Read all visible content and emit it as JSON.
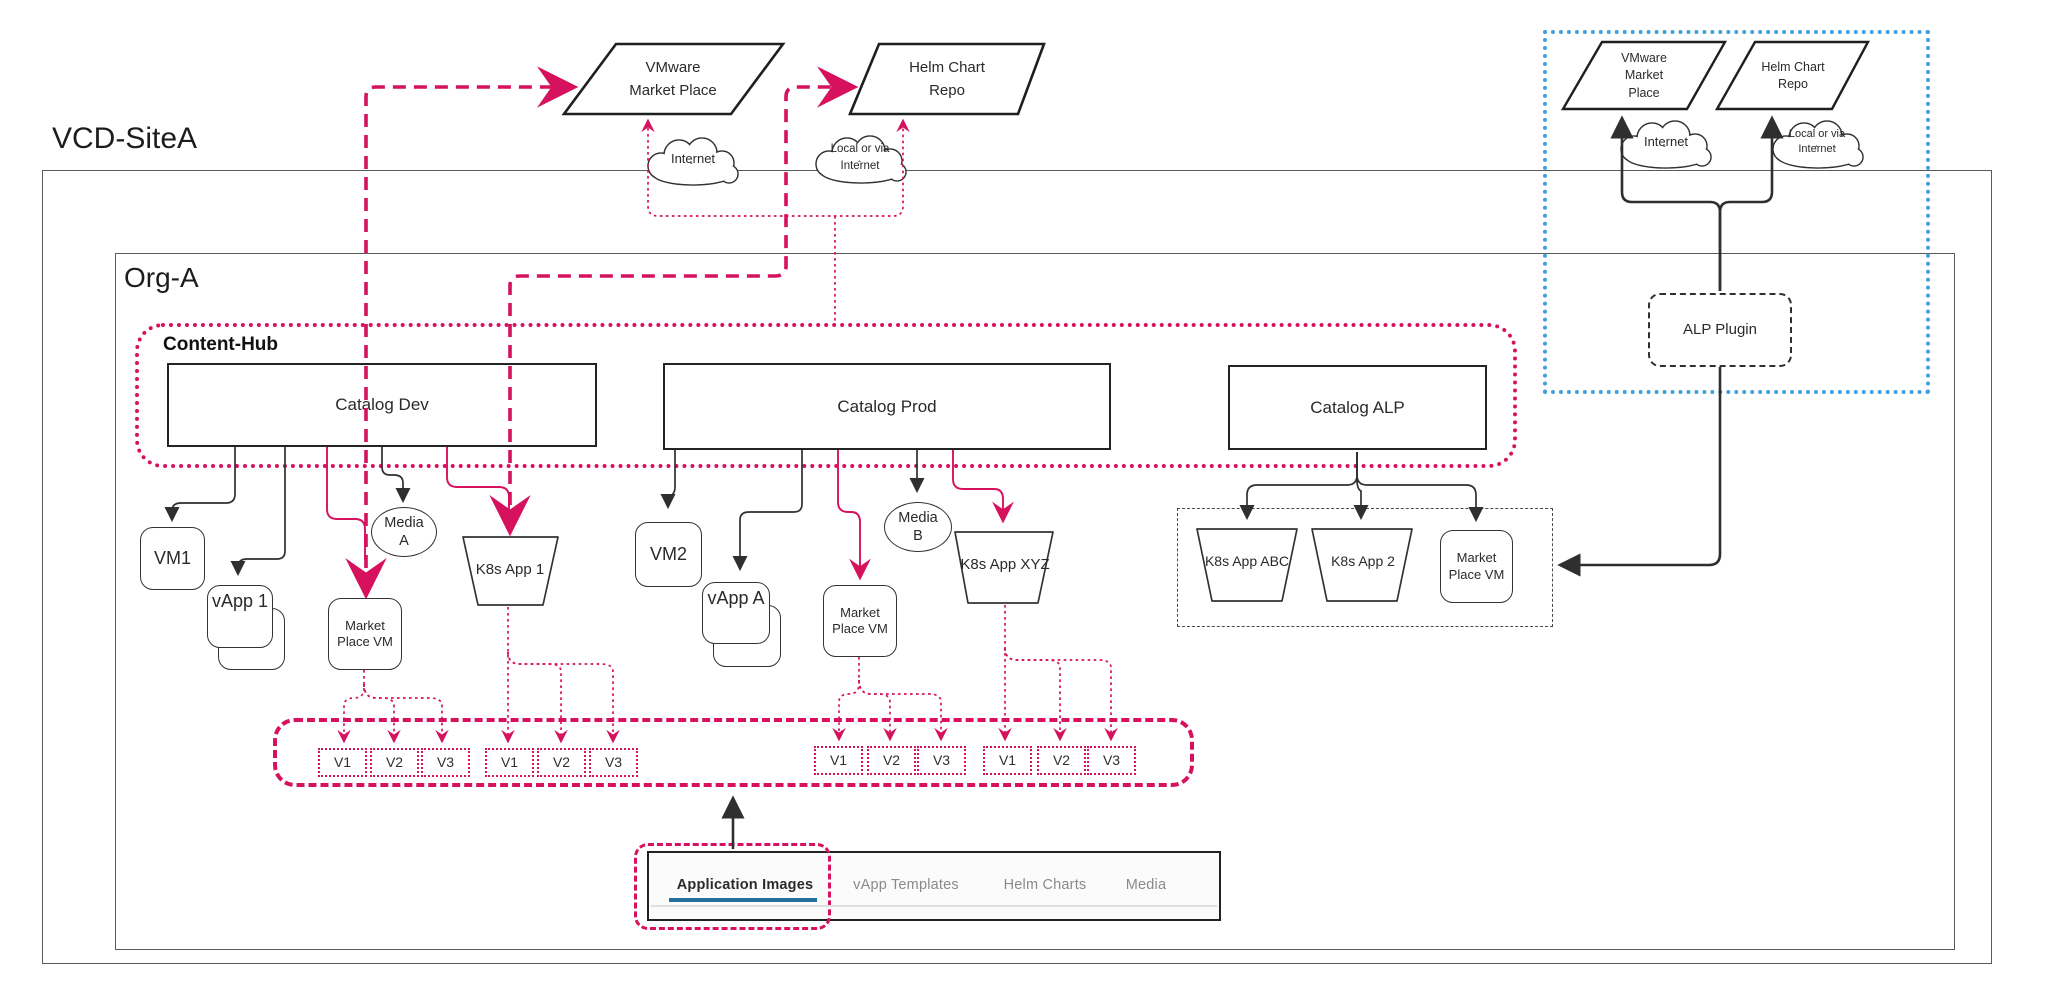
{
  "site": {
    "label": "VCD-SiteA"
  },
  "org": {
    "label": "Org-A"
  },
  "content_hub": {
    "label": "Content-Hub",
    "catalogs": [
      "Catalog Dev",
      "Catalog Prod",
      "Catalog ALP"
    ]
  },
  "external": {
    "marketplace": "VMware Market Place",
    "helm_repo": "Helm Chart Repo",
    "internet_cloud": "Internet",
    "local_cloud": "Local or via Internet"
  },
  "alp_zone": {
    "marketplace": "VMware Market Place",
    "helm_repo": "Helm Chart Repo",
    "internet_cloud": "Internet",
    "local_cloud": "Local or via Internet",
    "plugin": "ALP Plugin"
  },
  "catalog_dev_items": {
    "vm": "VM1",
    "vapp": "vApp 1",
    "marketplace_vm": "Market Place VM",
    "media": "Media A",
    "k8s_app": "K8s App 1"
  },
  "catalog_prod_items": {
    "vm": "VM2",
    "vapp": "vApp A",
    "marketplace_vm": "Market Place VM",
    "media": "Media B",
    "k8s_app": "K8s App XYZ"
  },
  "catalog_alp_items": {
    "k8s_app_abc": "K8s App ABC",
    "k8s_app_2": "K8s App 2",
    "marketplace_vm": "Market Place VM"
  },
  "versions": {
    "v1": "V1",
    "v2": "V2",
    "v3": "V3"
  },
  "tabs": {
    "items": [
      {
        "label": "Application Images",
        "active": true
      },
      {
        "label": "vApp Templates",
        "active": false
      },
      {
        "label": "Helm Charts",
        "active": false
      },
      {
        "label": "Media",
        "active": false
      }
    ]
  },
  "colors": {
    "magenta": "#d6115e",
    "blue": "#3fa1dc",
    "ink": "#2f2f2f",
    "tab_underline": "#2270a0"
  }
}
